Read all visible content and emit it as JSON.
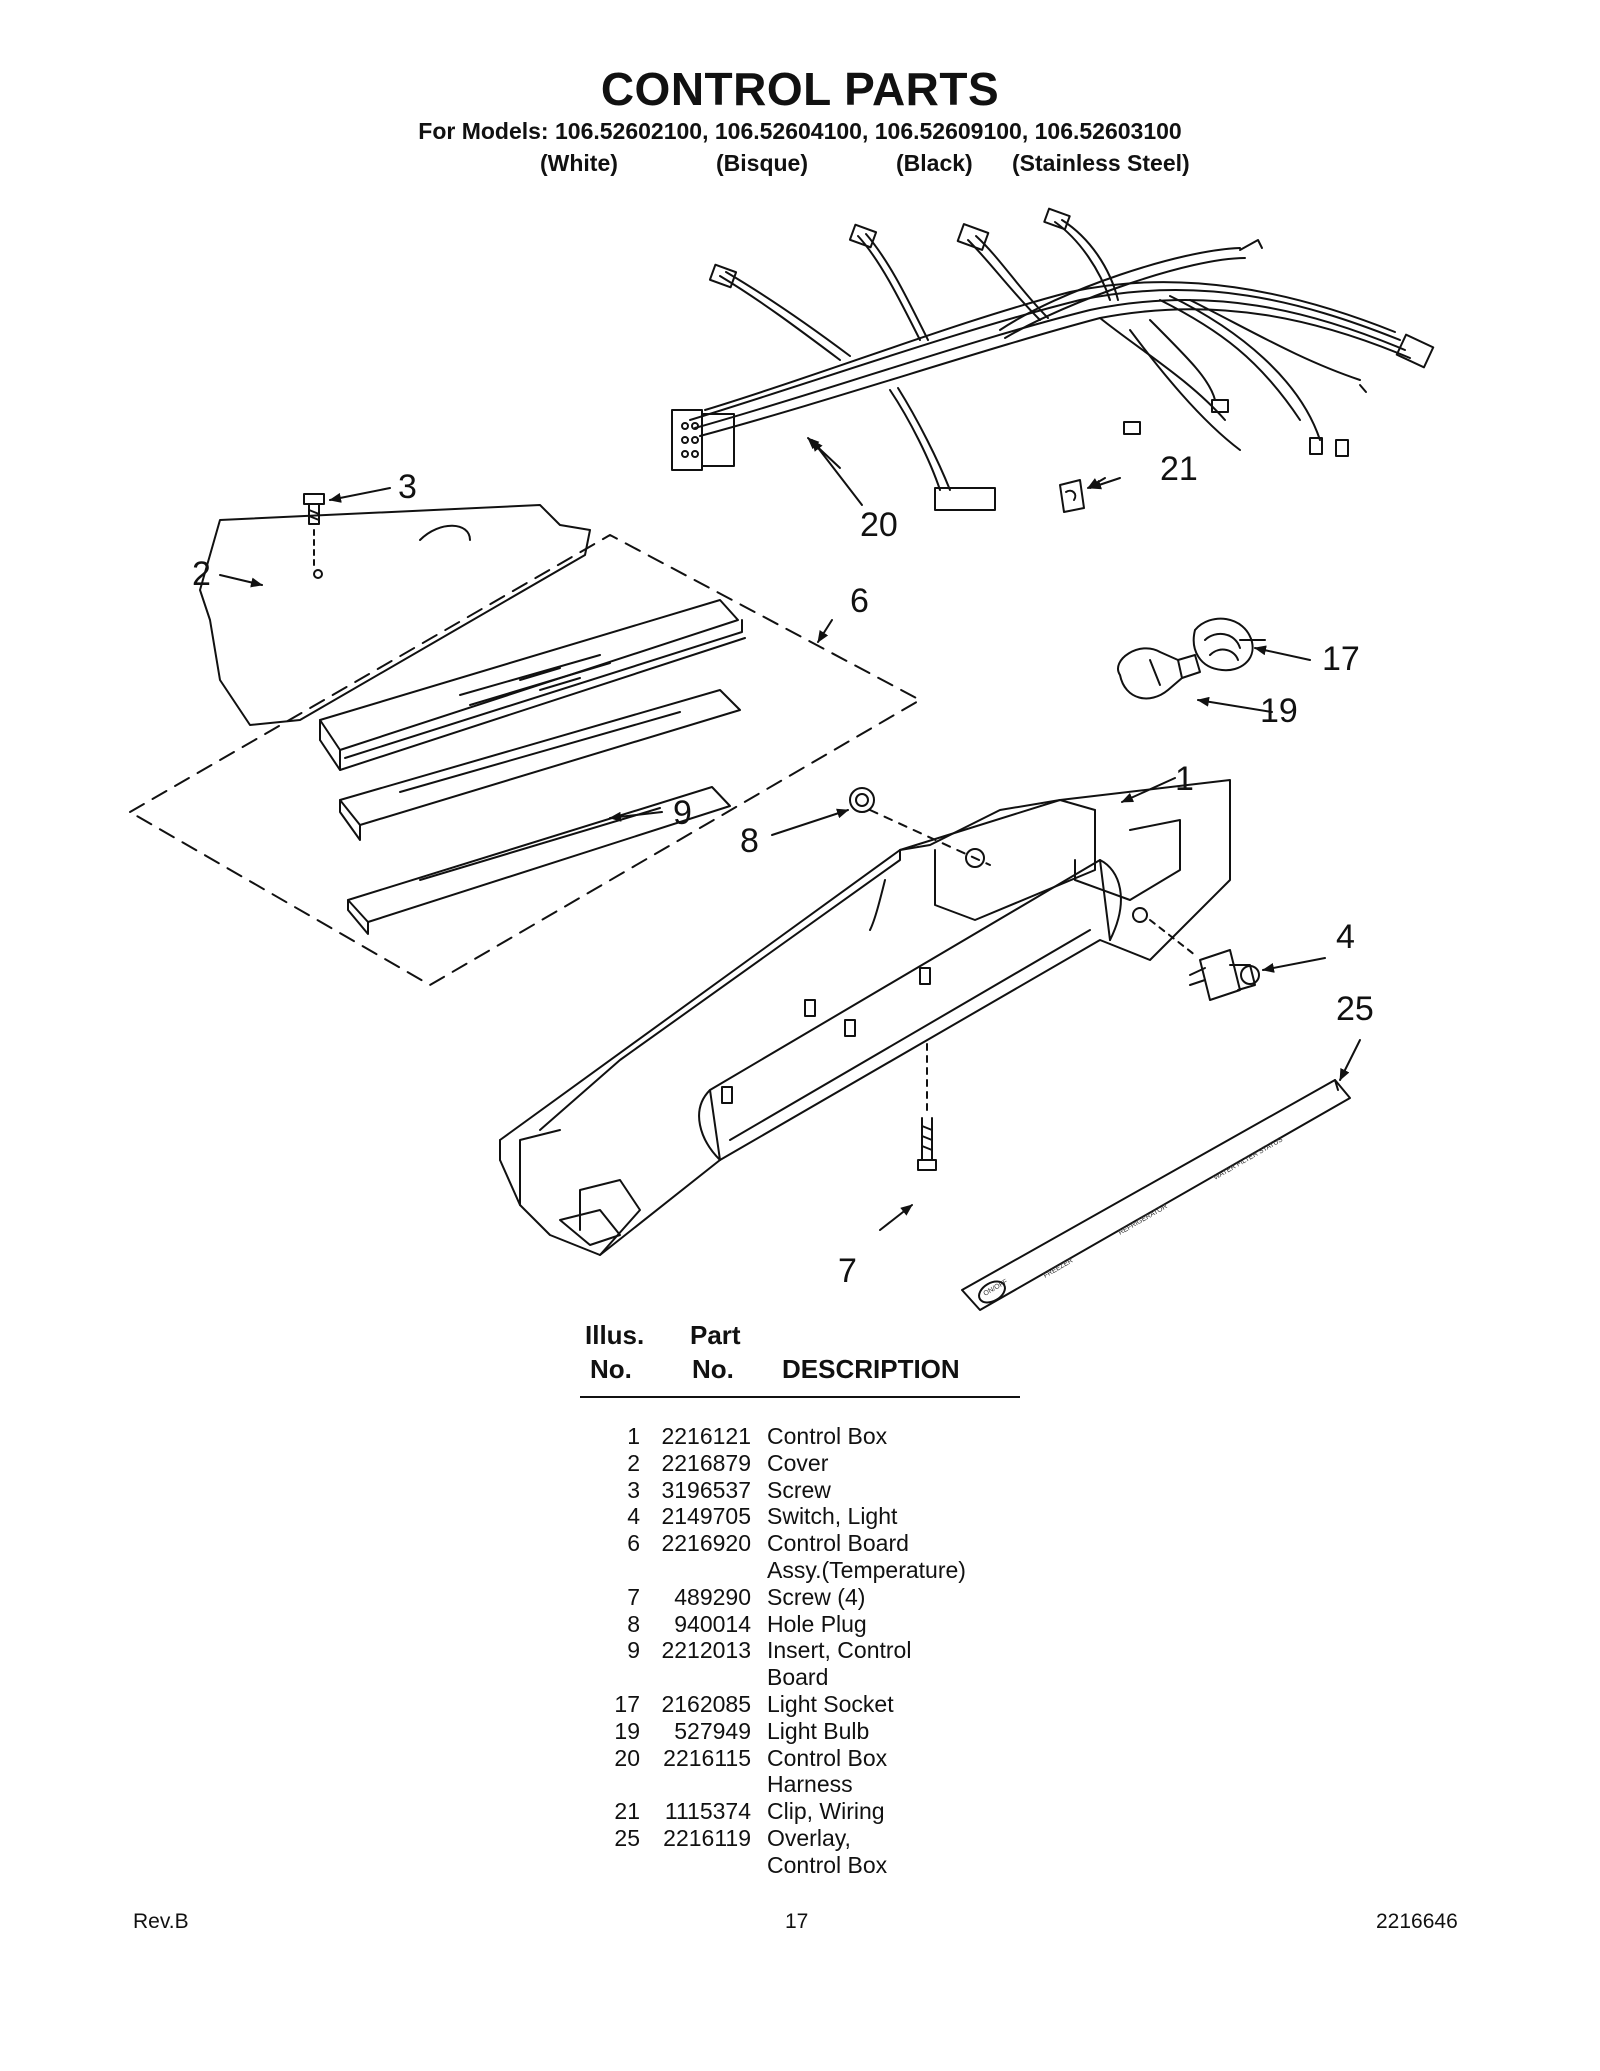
{
  "page": {
    "title": "CONTROL PARTS",
    "models_line": "For Models: 106.52602100, 106.52604100, 106.52609100, 106.52603100",
    "finishes": [
      "(White)",
      "(Bisque)",
      "(Black)",
      "(Stainless Steel)"
    ]
  },
  "diagram": {
    "callouts": [
      "1",
      "2",
      "3",
      "4",
      "6",
      "7",
      "8",
      "9",
      "17",
      "19",
      "20",
      "21",
      "25"
    ],
    "overlay_text": [
      "WATER FILTER STATUS",
      "REFRIGERATOR",
      "FREEZER",
      "ON/OFF"
    ]
  },
  "table": {
    "header_illus_1": "Illus.",
    "header_illus_2": "No.",
    "header_part_1": "Part",
    "header_part_2": "No.",
    "header_desc": "DESCRIPTION",
    "rows": [
      {
        "illus": "1",
        "part": "2216121",
        "desc": [
          "Control Box"
        ]
      },
      {
        "illus": "2",
        "part": "2216879",
        "desc": [
          "Cover"
        ]
      },
      {
        "illus": "3",
        "part": "3196537",
        "desc": [
          "Screw"
        ]
      },
      {
        "illus": "4",
        "part": "2149705",
        "desc": [
          "Switch, Light"
        ]
      },
      {
        "illus": "6",
        "part": "2216920",
        "desc": [
          "Control Board",
          "Assy.(Temperature)"
        ]
      },
      {
        "illus": "7",
        "part": "489290",
        "desc": [
          "Screw (4)"
        ]
      },
      {
        "illus": "8",
        "part": "940014",
        "desc": [
          "Hole Plug"
        ]
      },
      {
        "illus": "9",
        "part": "2212013",
        "desc": [
          "Insert, Control",
          "Board"
        ]
      },
      {
        "illus": "17",
        "part": "2162085",
        "desc": [
          "Light Socket"
        ]
      },
      {
        "illus": "19",
        "part": "527949",
        "desc": [
          "Light Bulb"
        ]
      },
      {
        "illus": "20",
        "part": "2216115",
        "desc": [
          "Control Box",
          "Harness"
        ]
      },
      {
        "illus": "21",
        "part": "1115374",
        "desc": [
          "Clip, Wiring"
        ]
      },
      {
        "illus": "25",
        "part": "2216119",
        "desc": [
          "Overlay,",
          "Control Box"
        ]
      }
    ]
  },
  "footer": {
    "left": "Rev.B",
    "center": "17",
    "right": "2216646"
  }
}
